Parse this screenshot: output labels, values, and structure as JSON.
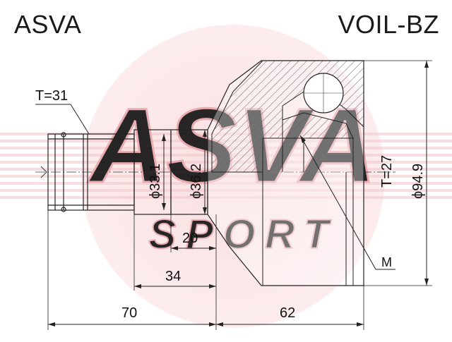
{
  "header": {
    "brand": "ASVA",
    "part_number": "VOIL-BZ"
  },
  "watermark": {
    "top_text": "ASVA",
    "bottom_text": "SPORT",
    "color": "#f2c6c9"
  },
  "dimensions": {
    "spline_teeth_outer": "T=31",
    "spline_teeth_inner": "T=27",
    "shaft_diameter": "ϕ33.1",
    "seal_diameter": "ϕ36.2",
    "body_diameter": "ϕ94.9",
    "seal_length": "20",
    "shaft_to_seal_length": "34",
    "shaft_length": "70",
    "body_length": "62",
    "thread_label": "M"
  },
  "colors": {
    "line": "#222222",
    "hatch": "#555555"
  }
}
